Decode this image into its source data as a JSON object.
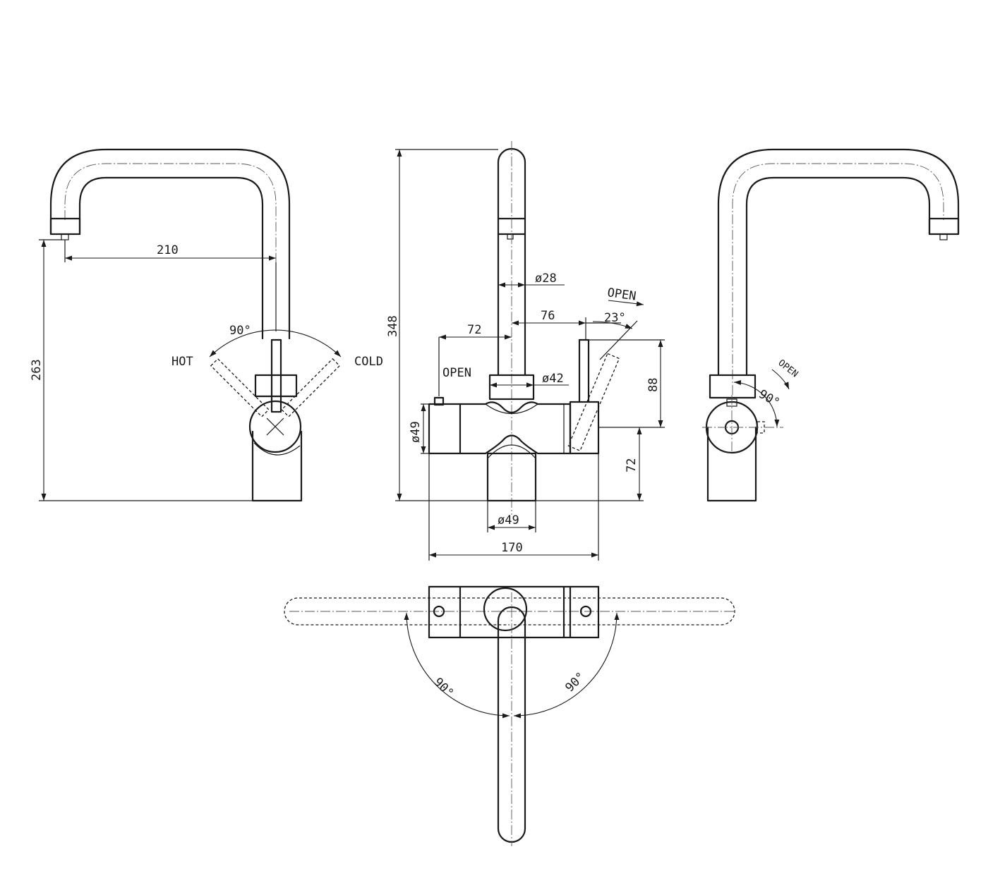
{
  "diagram": {
    "colors": {
      "line": "#1a1a1a",
      "centerline": "#555555",
      "background": "#ffffff"
    },
    "left_view": {
      "dim_reach": "210",
      "dim_height": "263",
      "angle": "90°",
      "label_hot": "HOT",
      "label_cold": "COLD"
    },
    "front_view": {
      "dim_total_height": "348",
      "dim_spout_diameter": "ø28",
      "dim_lever_offset": "76",
      "dim_lever_angle": "23°",
      "label_open_lever": "OPEN",
      "dim_button_offset": "72",
      "label_open_button": "OPEN",
      "dim_neck_diameter": "ø42",
      "dim_lever_height": "88",
      "dim_body_diameter": "ø49",
      "dim_base_height": "72",
      "dim_base_diameter": "ø49",
      "dim_body_width": "170"
    },
    "right_view": {
      "label_open": "OPEN",
      "angle": "90°"
    },
    "top_view": {
      "angle_left": "90°",
      "angle_right": "90°"
    }
  }
}
